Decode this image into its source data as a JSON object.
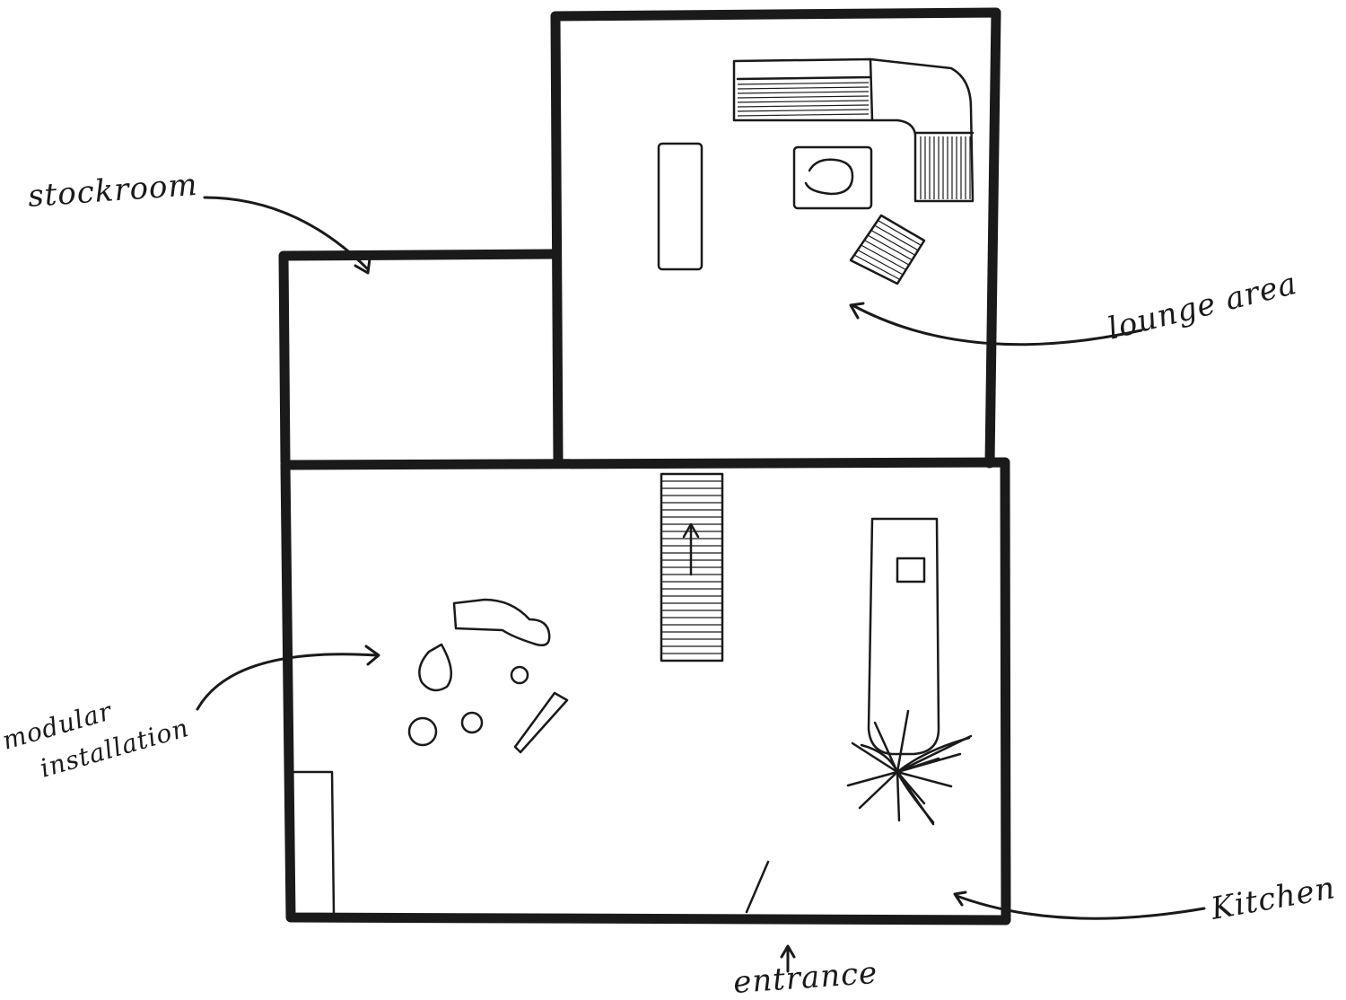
{
  "labels": {
    "stockroom": "stockroom",
    "lounge_area": "lounge area",
    "modular_line1": "modular",
    "modular_line2": "installation",
    "kitchen": "Kitchen",
    "entrance": "entrance"
  },
  "colors": {
    "ink": "#1a1a1a",
    "paper": "#ffffff"
  }
}
